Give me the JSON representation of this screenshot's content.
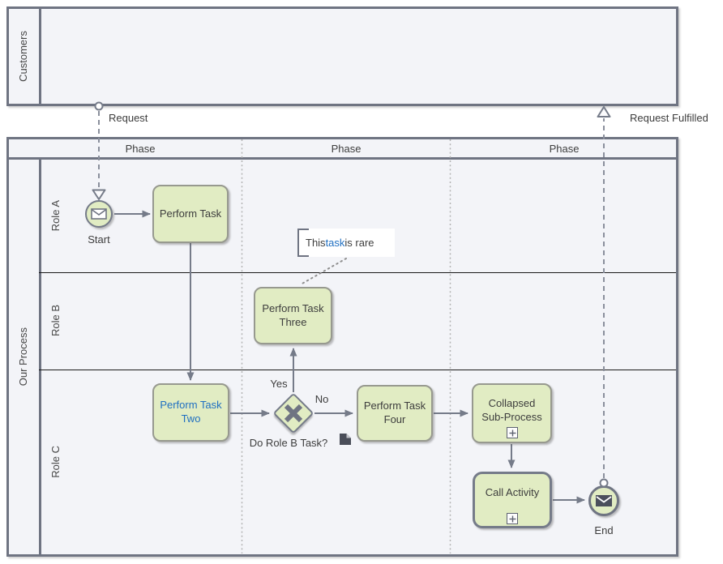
{
  "pools": {
    "customers": {
      "label": "Customers"
    },
    "our_process": {
      "label": "Our Process",
      "phases": [
        "Phase",
        "Phase",
        "Phase"
      ],
      "lanes": [
        "Role A",
        "Role B",
        "Role C"
      ]
    }
  },
  "nodes": {
    "start": {
      "label": "Start",
      "type": "message-start-event"
    },
    "task_one": {
      "label": "Perform Task"
    },
    "task_two": {
      "label": "Perform Task Two"
    },
    "task_three": {
      "label": "Perform Task Three"
    },
    "task_four": {
      "label": "Perform Task Four"
    },
    "subprocess": {
      "label": "Collapsed Sub-Process"
    },
    "call_activity": {
      "label": "Call Activity"
    },
    "gateway": {
      "label": "Do Role B Task?"
    },
    "end": {
      "label": "End",
      "type": "message-end-event"
    }
  },
  "flows": {
    "request": {
      "label": "Request"
    },
    "request_fulfilled": {
      "label": "Request Fulfilled"
    },
    "yes": {
      "label": "Yes"
    },
    "no": {
      "label": "No"
    }
  },
  "annotation": {
    "before": "This ",
    "link": "task",
    "after": " is rare"
  },
  "colors": {
    "shape_fill": "#e1ecc3",
    "shape_stroke": "#97998f",
    "strong_stroke": "#757b89",
    "pool_border": "#6f7482",
    "pool_fill": "#f3f4f8",
    "link_blue": "#1f6fc1"
  }
}
